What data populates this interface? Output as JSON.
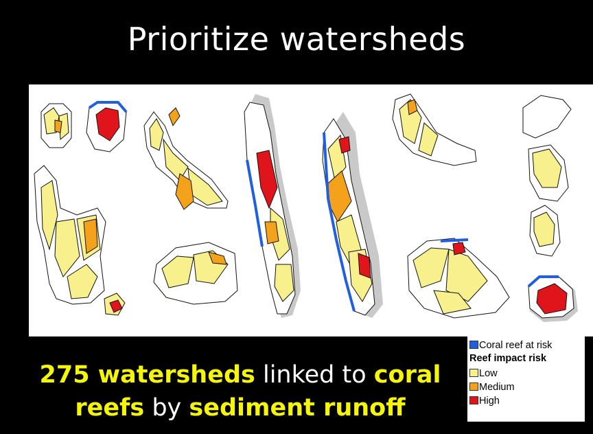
{
  "title": "Prioritize watersheds",
  "caption": {
    "line1": [
      {
        "text": "275 watersheds",
        "highlight": true
      },
      {
        "text": " linked to ",
        "highlight": false
      },
      {
        "text": "coral",
        "highlight": true
      }
    ],
    "line2": [
      {
        "text": "reefs",
        "highlight": true
      },
      {
        "text": " by ",
        "highlight": false
      },
      {
        "text": "sediment runoff",
        "highlight": true
      }
    ]
  },
  "legend": {
    "reef_label": "Coral reef at risk",
    "risk_title": "Reef impact risk",
    "levels": [
      {
        "label": "Low",
        "color": "#f7f08c"
      },
      {
        "label": "Medium",
        "color": "#f4a21b"
      },
      {
        "label": "High",
        "color": "#e0151b"
      }
    ],
    "reef_color": "#1f5fe0"
  },
  "colors": {
    "background": "#000000",
    "title": "#ffffff",
    "highlight": "#f5f50a",
    "shelf": "#c9c9c9",
    "low": "#f7f08c",
    "medium": "#f4a21b",
    "high": "#e0151b",
    "reef": "#1f5fe0"
  }
}
